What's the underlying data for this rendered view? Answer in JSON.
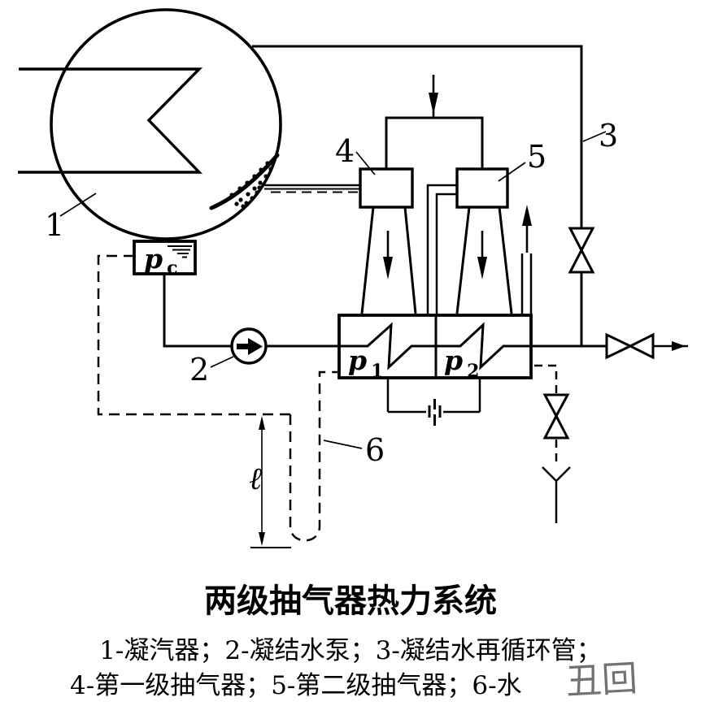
{
  "title": "两级抽气器热力系统",
  "caption": {
    "line1": "1-凝汽器；2-凝结水泵；3-凝结水再循环管；",
    "line2": "4-第一级抽气器；5-第二级抽气器；6-水"
  },
  "watermark": "丑回",
  "labels": {
    "condenser": "1",
    "condensate_pump": "2",
    "recirculation_pipe": "3",
    "first_stage_ejector": "4",
    "second_stage_ejector": "5",
    "water_seal_pipe": "6",
    "length_symbol": "ℓ",
    "p_symbol": "p",
    "pc_sub": "c",
    "p1_sub": "1",
    "p2_sub": "2"
  },
  "colors": {
    "line": "#000000",
    "background": "#ffffff",
    "watermark_gray": "#8b8b8b"
  },
  "icons": {
    "valve": "bowtie-valve-icon",
    "pump": "circle-arrow-pump-icon",
    "funnel": "open-drain-funnel-icon",
    "water_level": "liquid-level-icon",
    "flow_arrows": "flow-direction-arrow-icon"
  }
}
